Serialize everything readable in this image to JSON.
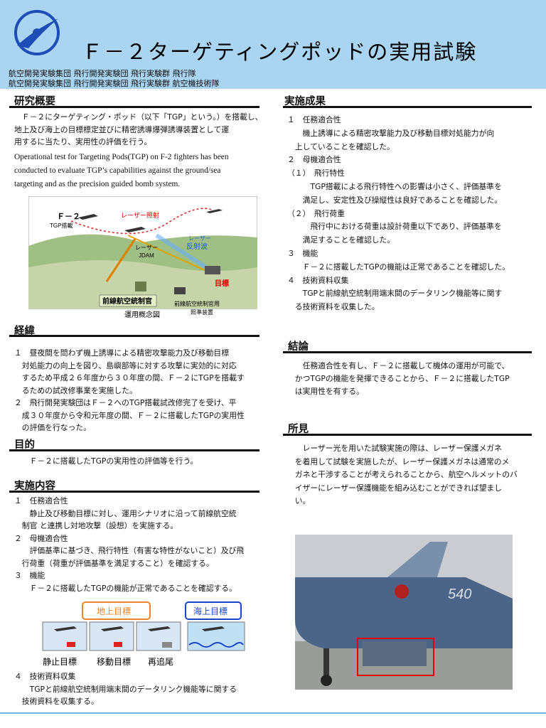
{
  "header": {
    "title": "Ｆ－２ターゲティングポッドの実用試験",
    "org_line1": "航空開発実験集団 飛行開発実験団 飛行実験群 飛行隊",
    "org_line2": "航空開発実験集団 飛行開発実験団 飛行実験群 航空機技術隊",
    "logo_icon": "jasdf-logo-icon"
  },
  "overview": {
    "heading": "研究概要",
    "jp": [
      "　Ｆ－２にターゲティング・ポッド（以下「TGP」という。）を搭載し、",
      "地上及び海上の目標標定並びに精密誘導爆弾誘導装置として運",
      "用するに当たり、実用性の評価を行う。"
    ],
    "en": [
      "Operational test for Targeting Pods(TGP) on F-2 fighters has been",
      "conducted to evaluate TGP’s capabilities against the ground/sea",
      "targeting and as the precision guided bomb system."
    ],
    "figure": {
      "f2_label": "Ｆ－２",
      "tgp_label": "TGP搭載",
      "laser_label": "レーザー照射",
      "jdam_label1": "レーザー",
      "jdam_label2": "JDAM",
      "reflect_label1": "レーザー",
      "reflect_label2": "反射波",
      "target_label": "目標",
      "fac_label": "前線航空統制官",
      "terminal_label1": "前線航空統制官用",
      "terminal_label2": "照準装置",
      "caption": "運用概念図"
    }
  },
  "history": {
    "heading": "経緯",
    "lines": [
      "１　昼夜間を問わず機上誘導による精密攻撃能力及び移動目標",
      "　対処能力の向上を図り、島嶼部等に対する攻撃に実効的に対応",
      "　するため平成２６年度から３０年度の間、Ｆ－２にTGPを搭載す",
      "　るための試改修事業を実施した。",
      "２　飛行開発実験団はＦ－２へのTGP搭載試改修完了を受け、平",
      "　成３０年度から令和元年度の間、Ｆ－２に搭載したTGPの実用性",
      "　の評価を行なった。"
    ]
  },
  "purpose": {
    "heading": "目的",
    "lines": [
      "　　Ｆ－２に搭載したTGPの実用性の評価等を行う。"
    ]
  },
  "content": {
    "heading": "実施内容",
    "lines_a": [
      "１　任務適合性",
      "　　静止及び移動目標に対し、運用シナリオに沿って前線航空統",
      "　制官 と連携し対地攻撃（設想）を実施する。",
      "２　母機適合性",
      "　　評価基準に基づき、飛行特性（有害な特性がないこと）及び飛",
      "　行荷重（荷重が評価基準を満足すること）を確認する。",
      "３　機能",
      "　　Ｆ－２に搭載したTGPの機能が正常であることを確認する。"
    ],
    "figure": {
      "ground_label": "地上目標",
      "sea_label": "海上目標",
      "static_label": "静止目標",
      "moving_label": "移動目標",
      "retrack_label": "再追尾"
    },
    "lines_b": [
      "４　技術資料収集",
      "　　TGPと前線航空統制用端末間のデータリンク機能等に関する",
      "　技術資料を収集する。"
    ]
  },
  "results": {
    "heading": "実施成果",
    "lines": [
      "１　任務適合性",
      "　　機上誘導による精密攻撃能力及び移動目標対処能力が向",
      "　上していることを確認した。",
      "２　母機適合性",
      "（１）　飛行特性",
      "　　　TGP搭載による飛行特性への影響は小さく、評価基準を",
      "　　満足し、安定性及び操縦性は良好であることを確認した。",
      "（２）　飛行荷重",
      "　　　飛行中における荷重は設計荷重以下であり、評価基準を",
      "　　満足することを確認した。",
      "３　機能",
      "　　Ｆ－２に搭載したTGPの機能は正常であることを確認した。",
      "４　技術資料収集",
      "　　TGPと前線航空統制用端末間のデータリンク機能等に関す",
      "　る技術資料を収集した。"
    ]
  },
  "conclusion": {
    "heading": "結論",
    "lines": [
      "　　任務適合性を有し、Ｆ－２に搭載して機体の運用が可能で、",
      "　かつTGPの機能を発揮できることから、Ｆ－２に搭載したTGP",
      "　は実用性を有する。"
    ]
  },
  "opinion": {
    "heading": "所見",
    "lines": [
      "　　レーザー光を用いた試験実施の際は、レーザー保護メガネ",
      "　を着用して試験を実施したが、レーザー保護メガネは通常のメ",
      "　ガネと干渉することが考えられることから、航空ヘルメットのバ",
      "　イザーにレーザー保護機能を組み込むことができれば望まし",
      "　い。"
    ]
  },
  "photo": {
    "tail_number": "540"
  },
  "colors": {
    "header_bg": "#a9d4f2",
    "rule": "#111111",
    "highlight": "#e00000",
    "ground_box": "#e8872a",
    "sea_box": "#1a44c8"
  }
}
